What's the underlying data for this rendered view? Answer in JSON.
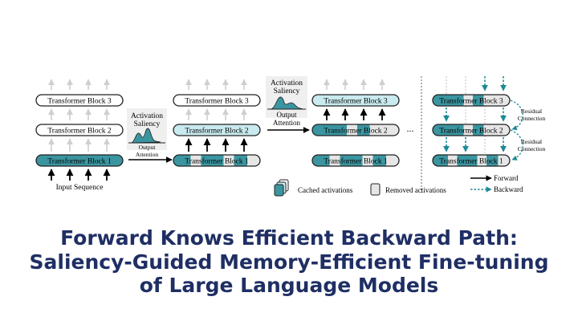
{
  "diagram": {
    "block_labels": [
      "Transformer Block 3",
      "Transformer Block 2",
      "Transformer Block 1"
    ],
    "input_label": "Input Sequence",
    "saliency_box_1": {
      "title_line1": "Activation",
      "title_line2": "Saliency",
      "sub_line1": "Output",
      "sub_line2": "Attention"
    },
    "saliency_box_2": {
      "title_line1": "Activation",
      "title_line2": "Saliency",
      "sub_line1": "Output",
      "sub_line2": "Attention"
    },
    "ellipsis": "...",
    "residual_label_1": {
      "line1": "Residual",
      "line2": "Connection"
    },
    "residual_label_2": {
      "line1": "Residual",
      "line2": "Connection"
    },
    "legend": {
      "cached": "Cached activations",
      "removed": "Removed activations",
      "forward": "Forward",
      "backward": "Backward"
    },
    "colors": {
      "teal_dark": "#3a95a0",
      "teal_light": "#c9eaee",
      "removed_gray": "#e6e6e6",
      "faded_arrow": "#cfcfcf",
      "backward_arrow": "#1d8a97"
    }
  },
  "title": {
    "line1": "Forward Knows Efficient Backward Path:",
    "line2": "Saliency-Guided Memory-Efficient Fine-tuning",
    "line3": "of Large Language Models",
    "color": "#1f2f64"
  }
}
